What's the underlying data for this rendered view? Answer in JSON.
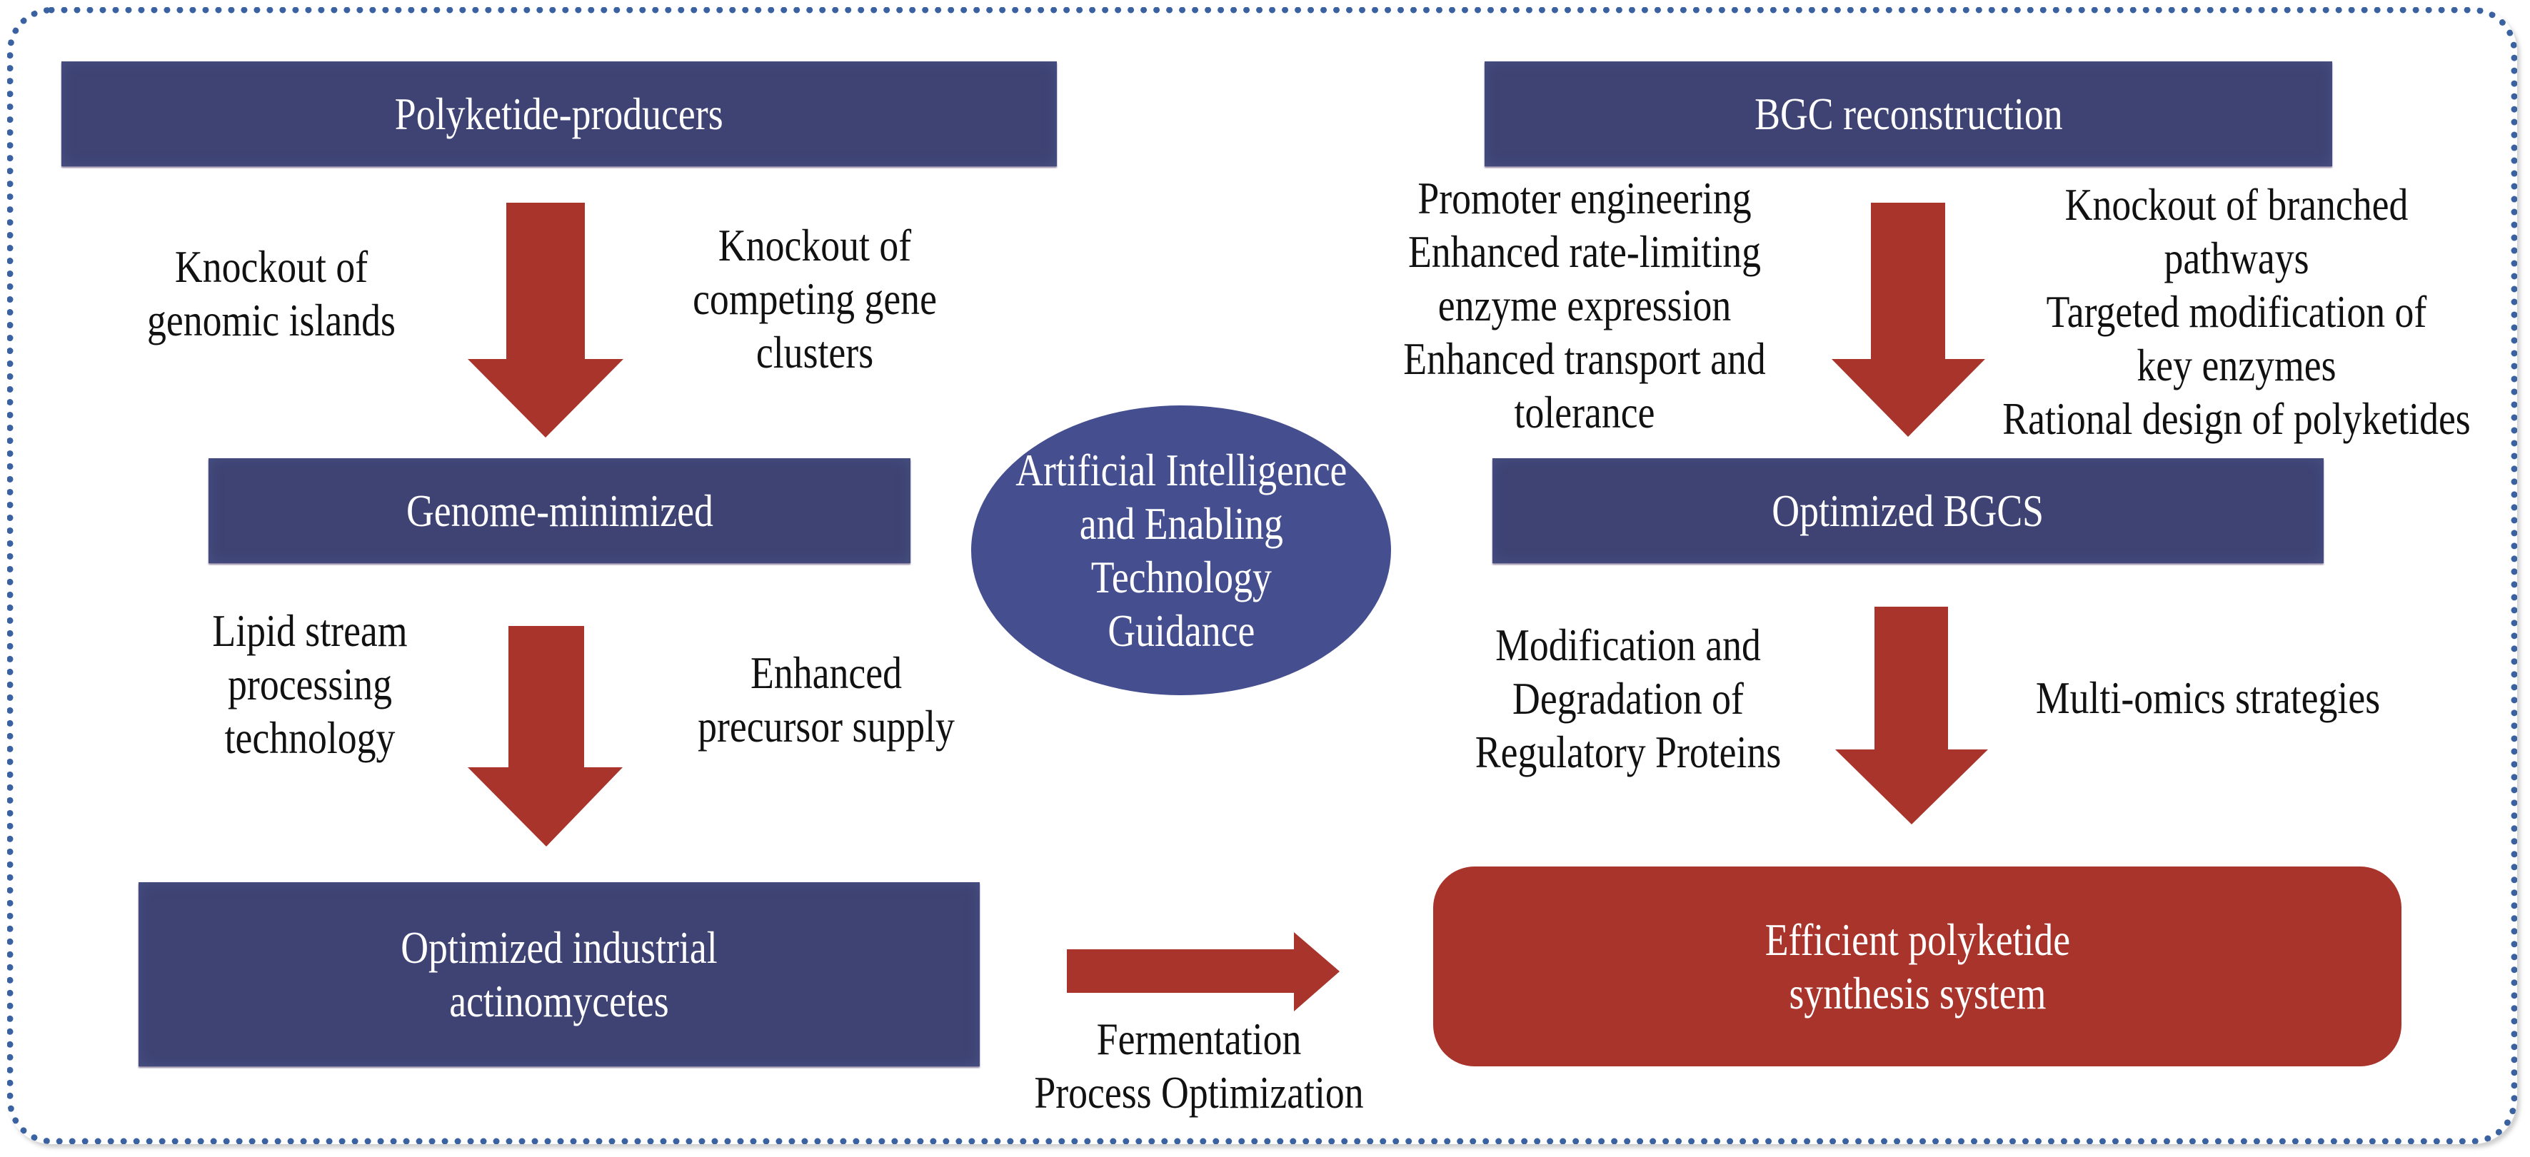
{
  "colors": {
    "box_navy": "#3e4373",
    "ellipse_blue": "#454e8f",
    "arrow_red": "#a8342c",
    "result_red": "#a8342c",
    "frame_blue": "#3a62a0",
    "text_dark": "#111111",
    "text_light": "#ffffff"
  },
  "nodes": {
    "polyketide_producers": [
      "Polyketide-producers"
    ],
    "bgc_reconstruction": [
      "BGC reconstruction"
    ],
    "genome_minimized": [
      "Genome-minimized"
    ],
    "optimized_bgcs": [
      "Optimized BGCS"
    ],
    "optimized_industrial": [
      "Optimized industrial",
      "actinomycetes"
    ],
    "efficient_system": [
      "Efficient polyketide",
      "synthesis system"
    ],
    "ai_guidance": [
      "Artificial Intelligence",
      "and Enabling",
      "Technology",
      "Guidance"
    ]
  },
  "annotations": {
    "knockout_genomic": [
      "Knockout of",
      "genomic islands"
    ],
    "knockout_competing": [
      "Knockout of",
      "competing gene",
      "clusters"
    ],
    "lipid_stream": [
      "Lipid stream",
      "processing",
      "technology"
    ],
    "enhanced_precursor": [
      "Enhanced",
      "precursor supply"
    ],
    "bgc_left": [
      "Promoter engineering",
      "Enhanced rate-limiting",
      "enzyme expression",
      "Enhanced transport and",
      "tolerance"
    ],
    "bgc_right": [
      "Knockout of branched",
      "pathways",
      "Targeted modification of",
      "key enzymes",
      "Rational design of polyketides"
    ],
    "regulatory": [
      "Modification and",
      "Degradation of",
      "Regulatory Proteins"
    ],
    "multi_omics": [
      "Multi-omics strategies"
    ],
    "fermentation": [
      "Fermentation",
      "Process Optimization"
    ]
  },
  "edges": [
    {
      "from": "Polyketide-producers",
      "to": "Genome-minimized"
    },
    {
      "from": "Genome-minimized",
      "to": "Optimized industrial actinomycetes"
    },
    {
      "from": "BGC reconstruction",
      "to": "Optimized BGCS"
    },
    {
      "from": "Optimized BGCS",
      "to": "Efficient polyketide synthesis system"
    },
    {
      "from": "Optimized industrial actinomycetes",
      "to": "Efficient polyketide synthesis system"
    }
  ]
}
